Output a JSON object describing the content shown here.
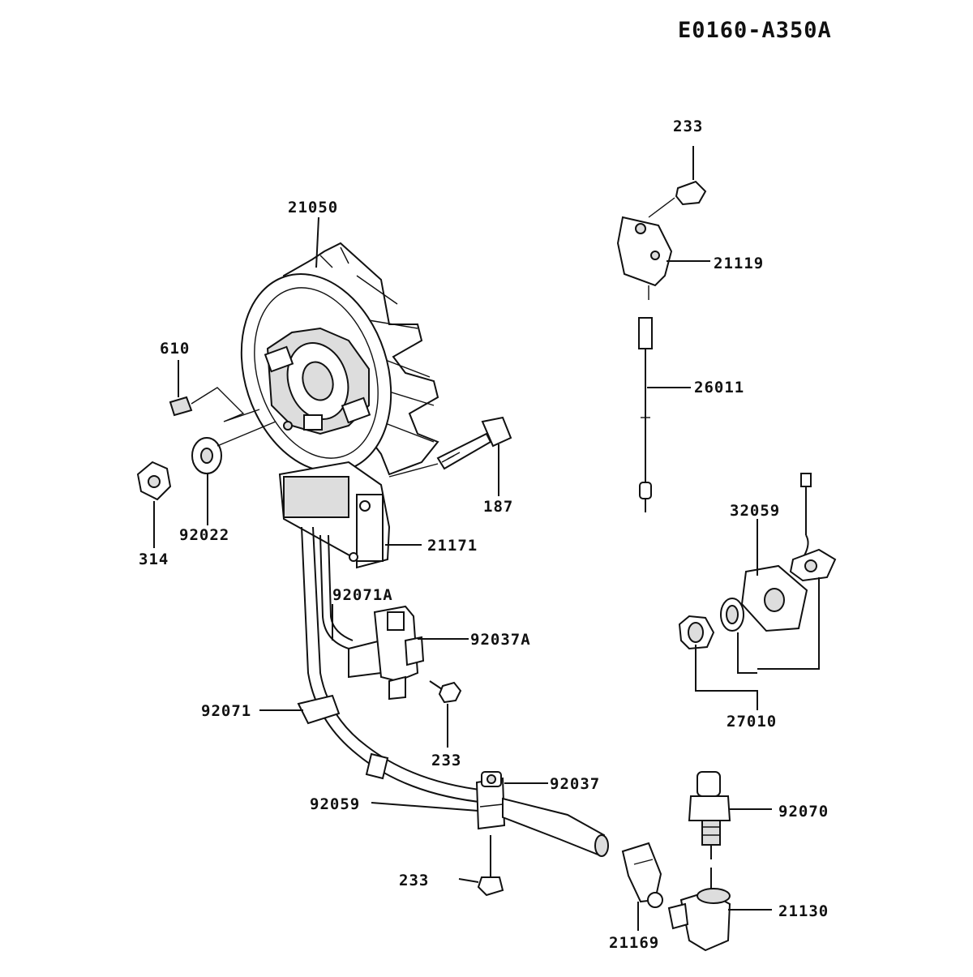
{
  "diagram_code": "E0160-A350A",
  "parts": {
    "p21050": "21050",
    "p610": "610",
    "p92022": "92022",
    "p314": "314",
    "p187": "187",
    "p21171": "21171",
    "p92071A": "92071A",
    "p92037A": "92037A",
    "p92071": "92071",
    "p233_lower": "233",
    "p92059": "92059",
    "p92037": "92037",
    "p233_bottom": "233",
    "p21169": "21169",
    "p233_top": "233",
    "p21119": "21119",
    "p26011": "26011",
    "p32059": "32059",
    "p27010": "27010",
    "p92070": "92070",
    "p21130": "21130"
  }
}
